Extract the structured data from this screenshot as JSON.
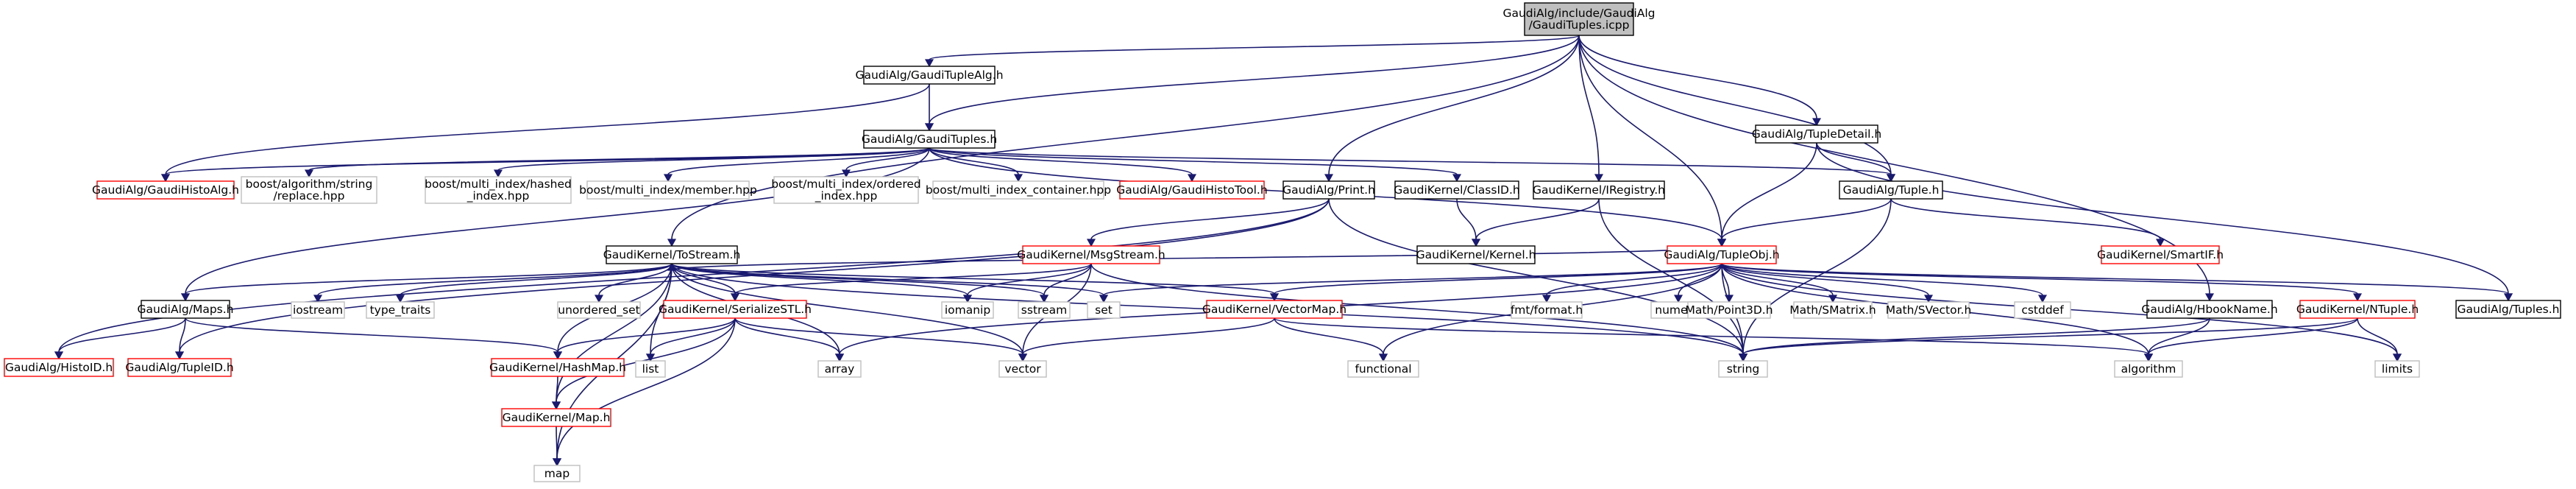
{
  "colors": {
    "edge": "#191970",
    "root_fill": "#bfbfbf",
    "node_fill": "#ffffff",
    "border_documented": "#000000",
    "border_undocumented": "#ff0000",
    "border_external": "#bfbfbf"
  },
  "nodes": [
    {
      "id": "root",
      "lines": [
        "GaudiAlg/include/GaudiAlg",
        "/GaudiTuples.icpp"
      ],
      "kind": "root"
    },
    {
      "id": "tuplealg",
      "lines": [
        "GaudiAlg/GaudiTupleAlg.h"
      ],
      "kind": "documented"
    },
    {
      "id": "gaudituples",
      "lines": [
        "GaudiAlg/GaudiTuples.h"
      ],
      "kind": "documented"
    },
    {
      "id": "histoalg",
      "lines": [
        "GaudiAlg/GaudiHistoAlg.h"
      ],
      "kind": "undocumented"
    },
    {
      "id": "replace",
      "lines": [
        "boost/algorithm/string",
        "/replace.hpp"
      ],
      "kind": "external"
    },
    {
      "id": "hashed",
      "lines": [
        "boost/multi_index/hashed",
        "_index.hpp"
      ],
      "kind": "external"
    },
    {
      "id": "member",
      "lines": [
        "boost/multi_index/member.hpp"
      ],
      "kind": "external"
    },
    {
      "id": "ordered",
      "lines": [
        "boost/multi_index/ordered",
        "_index.hpp"
      ],
      "kind": "external"
    },
    {
      "id": "container",
      "lines": [
        "boost/multi_index_container.hpp"
      ],
      "kind": "external"
    },
    {
      "id": "histotool",
      "lines": [
        "GaudiAlg/GaudiHistoTool.h"
      ],
      "kind": "undocumented"
    },
    {
      "id": "print",
      "lines": [
        "GaudiAlg/Print.h"
      ],
      "kind": "documented"
    },
    {
      "id": "classid",
      "lines": [
        "GaudiKernel/ClassID.h"
      ],
      "kind": "documented"
    },
    {
      "id": "iregistry",
      "lines": [
        "GaudiKernel/IRegistry.h"
      ],
      "kind": "documented"
    },
    {
      "id": "tupledetail",
      "lines": [
        "GaudiAlg/TupleDetail.h"
      ],
      "kind": "documented"
    },
    {
      "id": "tuple",
      "lines": [
        "GaudiAlg/Tuple.h"
      ],
      "kind": "documented"
    },
    {
      "id": "tostream",
      "lines": [
        "GaudiKernel/ToStream.h"
      ],
      "kind": "documented"
    },
    {
      "id": "msgstream",
      "lines": [
        "GaudiKernel/MsgStream.h"
      ],
      "kind": "undocumented"
    },
    {
      "id": "kernel",
      "lines": [
        "GaudiKernel/Kernel.h"
      ],
      "kind": "documented"
    },
    {
      "id": "tupleobj",
      "lines": [
        "GaudiAlg/TupleObj.h"
      ],
      "kind": "undocumented"
    },
    {
      "id": "smartif",
      "lines": [
        "GaudiKernel/SmartIF.h"
      ],
      "kind": "undocumented"
    },
    {
      "id": "maps",
      "lines": [
        "GaudiAlg/Maps.h"
      ],
      "kind": "documented"
    },
    {
      "id": "iostream",
      "lines": [
        "iostream"
      ],
      "kind": "external"
    },
    {
      "id": "typetraits",
      "lines": [
        "type_traits"
      ],
      "kind": "external"
    },
    {
      "id": "unorderedset",
      "lines": [
        "unordered_set"
      ],
      "kind": "external"
    },
    {
      "id": "serialize",
      "lines": [
        "GaudiKernel/SerializeSTL.h"
      ],
      "kind": "undocumented"
    },
    {
      "id": "iomanip",
      "lines": [
        "iomanip"
      ],
      "kind": "external"
    },
    {
      "id": "sstream",
      "lines": [
        "sstream"
      ],
      "kind": "external"
    },
    {
      "id": "set",
      "lines": [
        "set"
      ],
      "kind": "external"
    },
    {
      "id": "vectormap",
      "lines": [
        "GaudiKernel/VectorMap.h"
      ],
      "kind": "undocumented"
    },
    {
      "id": "fmtformat",
      "lines": [
        "fmt/format.h"
      ],
      "kind": "external"
    },
    {
      "id": "numeric",
      "lines": [
        "numeric"
      ],
      "kind": "external"
    },
    {
      "id": "point3d",
      "lines": [
        "Math/Point3D.h"
      ],
      "kind": "external"
    },
    {
      "id": "smatrix",
      "lines": [
        "Math/SMatrix.h"
      ],
      "kind": "external"
    },
    {
      "id": "svector",
      "lines": [
        "Math/SVector.h"
      ],
      "kind": "external"
    },
    {
      "id": "cstddef",
      "lines": [
        "cstddef"
      ],
      "kind": "external"
    },
    {
      "id": "mbookname",
      "lines": [
        "GaudiAlg/HbookName.h"
      ],
      "kind": "documented"
    },
    {
      "id": "ntuple",
      "lines": [
        "GaudiKernel/NTuple.h"
      ],
      "kind": "undocumented"
    },
    {
      "id": "tuples",
      "lines": [
        "GaudiAlg/Tuples.h"
      ],
      "kind": "documented"
    },
    {
      "id": "histoid",
      "lines": [
        "GaudiAlg/HistoID.h"
      ],
      "kind": "undocumented"
    },
    {
      "id": "tupleid",
      "lines": [
        "GaudiAlg/TupleID.h"
      ],
      "kind": "undocumented"
    },
    {
      "id": "hashmap",
      "lines": [
        "GaudiKernel/HashMap.h"
      ],
      "kind": "undocumented"
    },
    {
      "id": "list",
      "lines": [
        "list"
      ],
      "kind": "external"
    },
    {
      "id": "array",
      "lines": [
        "array"
      ],
      "kind": "external"
    },
    {
      "id": "vector",
      "lines": [
        "vector"
      ],
      "kind": "external"
    },
    {
      "id": "functional",
      "lines": [
        "functional"
      ],
      "kind": "external"
    },
    {
      "id": "string",
      "lines": [
        "string"
      ],
      "kind": "external"
    },
    {
      "id": "algorithm",
      "lines": [
        "algorithm"
      ],
      "kind": "external"
    },
    {
      "id": "limits",
      "lines": [
        "limits"
      ],
      "kind": "external"
    },
    {
      "id": "gmap",
      "lines": [
        "GaudiKernel/Map.h"
      ],
      "kind": "undocumented"
    },
    {
      "id": "map",
      "lines": [
        "map"
      ],
      "kind": "external"
    }
  ],
  "edges": [
    [
      "root",
      "tuplealg"
    ],
    [
      "root",
      "gaudituples"
    ],
    [
      "root",
      "print"
    ],
    [
      "root",
      "iregistry"
    ],
    [
      "root",
      "tupledetail"
    ],
    [
      "root",
      "tuple"
    ],
    [
      "root",
      "tostream"
    ],
    [
      "root",
      "tupleobj"
    ],
    [
      "root",
      "mbookname"
    ],
    [
      "tuplealg",
      "gaudituples"
    ],
    [
      "tuplealg",
      "histoalg"
    ],
    [
      "gaudituples",
      "histoalg"
    ],
    [
      "gaudituples",
      "replace"
    ],
    [
      "gaudituples",
      "hashed"
    ],
    [
      "gaudituples",
      "member"
    ],
    [
      "gaudituples",
      "ordered"
    ],
    [
      "gaudituples",
      "container"
    ],
    [
      "gaudituples",
      "histotool"
    ],
    [
      "gaudituples",
      "classid"
    ],
    [
      "gaudituples",
      "tuple"
    ],
    [
      "gaudituples",
      "tupleobj"
    ],
    [
      "gaudituples",
      "maps"
    ],
    [
      "print",
      "histoid"
    ],
    [
      "print",
      "tupleid"
    ],
    [
      "print",
      "msgstream"
    ],
    [
      "print",
      "string"
    ],
    [
      "classid",
      "kernel"
    ],
    [
      "iregistry",
      "kernel"
    ],
    [
      "iregistry",
      "string"
    ],
    [
      "tupledetail",
      "tuple"
    ],
    [
      "tupledetail",
      "tupleobj"
    ],
    [
      "tupledetail",
      "tuples"
    ],
    [
      "tuple",
      "tupleobj"
    ],
    [
      "tuple",
      "smartif"
    ],
    [
      "tuple",
      "string"
    ],
    [
      "tostream",
      "maps"
    ],
    [
      "tostream",
      "iostream"
    ],
    [
      "tostream",
      "typetraits"
    ],
    [
      "tostream",
      "unorderedset"
    ],
    [
      "tostream",
      "serialize"
    ],
    [
      "tostream",
      "iomanip"
    ],
    [
      "tostream",
      "sstream"
    ],
    [
      "tostream",
      "set"
    ],
    [
      "tostream",
      "vectormap"
    ],
    [
      "tostream",
      "string"
    ],
    [
      "tostream",
      "array"
    ],
    [
      "tostream",
      "vector"
    ],
    [
      "tostream",
      "list"
    ],
    [
      "tostream",
      "map"
    ],
    [
      "tostream",
      "gmap"
    ],
    [
      "tostream",
      "hashmap"
    ],
    [
      "msgstream",
      "serialize"
    ],
    [
      "msgstream",
      "iomanip"
    ],
    [
      "msgstream",
      "sstream"
    ],
    [
      "msgstream",
      "string"
    ],
    [
      "msgstream",
      "vector"
    ],
    [
      "tupleobj",
      "tostream"
    ],
    [
      "tupleobj",
      "set"
    ],
    [
      "tupleobj",
      "vectormap"
    ],
    [
      "tupleobj",
      "fmtformat"
    ],
    [
      "tupleobj",
      "numeric"
    ],
    [
      "tupleobj",
      "point3d"
    ],
    [
      "tupleobj",
      "smatrix"
    ],
    [
      "tupleobj",
      "svector"
    ],
    [
      "tupleobj",
      "cstddef"
    ],
    [
      "tupleobj",
      "ntuple"
    ],
    [
      "tupleobj",
      "tuples"
    ],
    [
      "tupleobj",
      "functional"
    ],
    [
      "tupleobj",
      "string"
    ],
    [
      "tupleobj",
      "array"
    ],
    [
      "tupleobj",
      "limits"
    ],
    [
      "tupleobj",
      "algorithm"
    ],
    [
      "maps",
      "histoid"
    ],
    [
      "maps",
      "tupleid"
    ],
    [
      "maps",
      "hashmap"
    ],
    [
      "serialize",
      "hashmap"
    ],
    [
      "serialize",
      "list"
    ],
    [
      "serialize",
      "array"
    ],
    [
      "serialize",
      "vector"
    ],
    [
      "serialize",
      "map"
    ],
    [
      "serialize",
      "gmap"
    ],
    [
      "vectormap",
      "vector"
    ],
    [
      "vectormap",
      "functional"
    ],
    [
      "vectormap",
      "algorithm"
    ],
    [
      "mbookname",
      "string"
    ],
    [
      "mbookname",
      "algorithm"
    ],
    [
      "ntuple",
      "string"
    ],
    [
      "ntuple",
      "algorithm"
    ],
    [
      "ntuple",
      "limits"
    ],
    [
      "hashmap",
      "gmap"
    ],
    [
      "gmap",
      "map"
    ]
  ]
}
